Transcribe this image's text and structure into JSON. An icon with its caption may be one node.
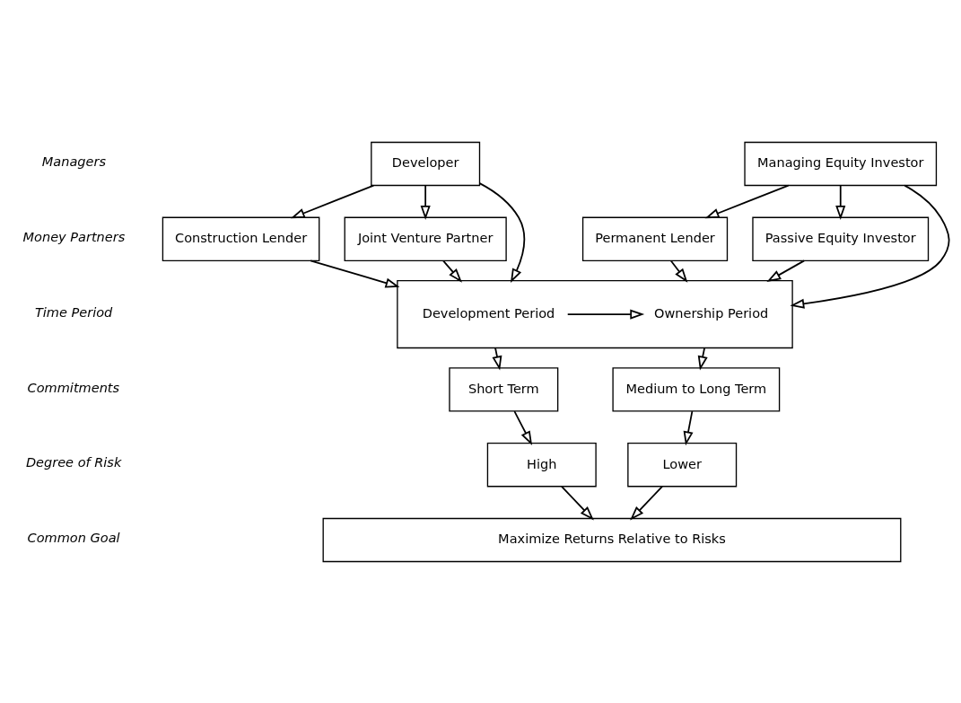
{
  "diagram": {
    "nodes": [
      {
        "text": [
          "Developer"
        ]
      },
      {
        "text": [
          "Managing Equity Investor"
        ]
      },
      {
        "text": [
          "Construction Lender"
        ]
      },
      {
        "text": [
          "Joint Venture Partner"
        ]
      },
      {
        "text": [
          "Permanent Lender"
        ]
      },
      {
        "text": [
          "Passive Equity Investor"
        ]
      },
      {
        "text": [],
        "shape": "box"
      },
      {
        "text": [
          "Development Period"
        ],
        "in": 6
      },
      {
        "text": [
          "Ownership Period"
        ],
        "in": 6
      },
      {
        "text": [
          "Short Term"
        ]
      },
      {
        "text": [
          "Medium to Long Term"
        ]
      },
      {
        "text": [
          "High"
        ]
      },
      {
        "text": [
          "Lower"
        ]
      },
      {
        "text": [
          "Maximize Returns Relative to Risks"
        ]
      }
    ],
    "edges": [
      {
        "from": 0,
        "to": 2,
        "arrow": "to"
      },
      {
        "from": 0,
        "to": 6,
        "arrow": "to"
      },
      {
        "from": 0,
        "to": 3,
        "arrow": "to"
      },
      {
        "from": 1,
        "to": 4,
        "arrow": "to"
      },
      {
        "from": 1,
        "to": 6,
        "arrow": "to"
      },
      {
        "from": 1,
        "to": 5,
        "arrow": "to"
      },
      {
        "from": 2,
        "to": 6,
        "arrow": "to"
      },
      {
        "from": 3,
        "to": 6,
        "arrow": "to"
      },
      {
        "from": 4,
        "to": 6,
        "arrow": "to"
      },
      {
        "from": 5,
        "to": 6,
        "arrow": "to"
      },
      {
        "from": 7,
        "to": 8,
        "arrow": "to"
      },
      {
        "from": 6,
        "to": 9,
        "arrow": "to"
      },
      {
        "from": 6,
        "to": 10,
        "arrow": "to"
      },
      {
        "from": 9,
        "to": 11,
        "arrow": "to"
      },
      {
        "from": 10,
        "to": 12,
        "arrow": "to"
      },
      {
        "from": 11,
        "to": 13,
        "arrow": "to"
      },
      {
        "from": 12,
        "to": 13,
        "arrow": "to"
      }
    ],
    "labels": [
      "Managers",
      "Money Partners",
      "Time Period",
      "Commitments",
      "Degree of Risk",
      "Common Goal"
    ]
  }
}
